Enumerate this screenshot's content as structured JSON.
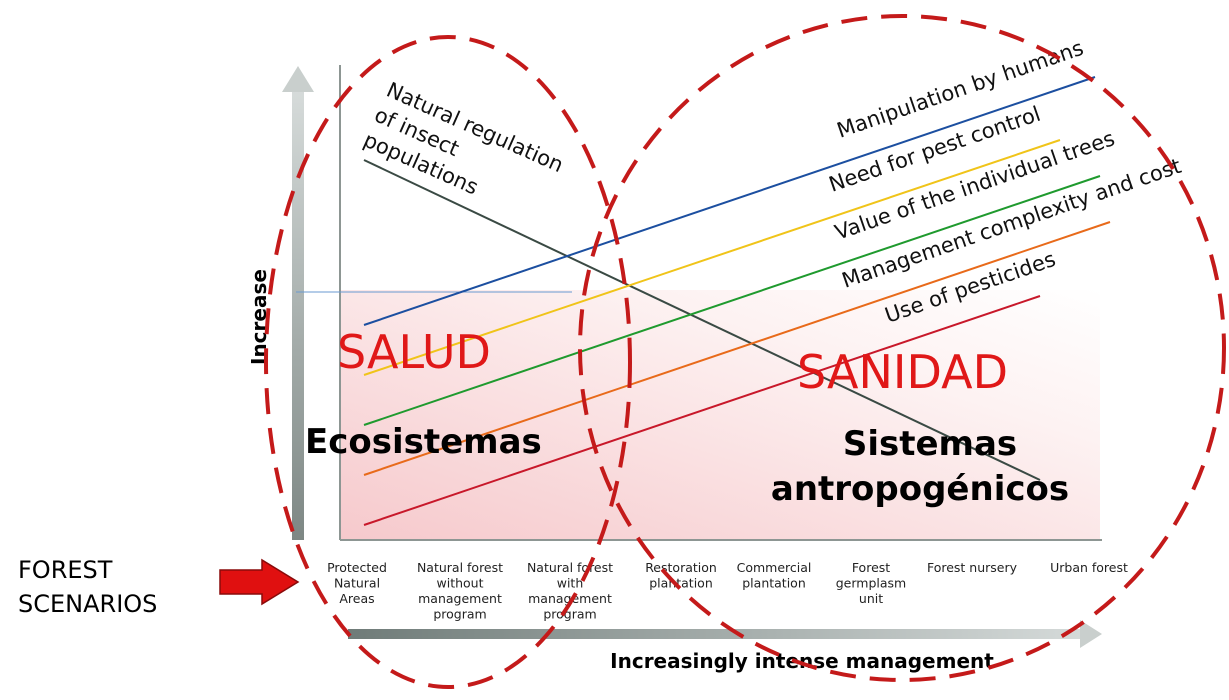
{
  "y_axis_label": "Increase",
  "x_axis_label": "Increasingly intense management",
  "side_label": [
    "FOREST",
    "SCENARIOS"
  ],
  "scenarios": [
    [
      "Protected",
      "Natural",
      "Areas"
    ],
    [
      "Natural forest",
      "without",
      "management",
      "program"
    ],
    [
      "Natural forest",
      "with",
      "management",
      "program"
    ],
    [
      "Restoration",
      "plantation"
    ],
    [
      "Commercial",
      "plantation"
    ],
    [
      "Forest",
      "germplasm",
      "unit"
    ],
    [
      "Forest nursery"
    ],
    [
      "Urban forest"
    ]
  ],
  "decreasing_line": {
    "label": [
      "Natural regulation",
      "of insect",
      "populations"
    ],
    "color": "#3a4a44"
  },
  "increasing_lines": [
    {
      "label": "Manipulation by humans",
      "color": "#1c4fa0"
    },
    {
      "label": "Need for pest control",
      "color": "#f0c419"
    },
    {
      "label": "Value of the individual trees",
      "color": "#1f9a2e"
    },
    {
      "label": "Management complexity and cost",
      "color": "#e86a1a"
    },
    {
      "label": "Use of pesticides",
      "color": "#c8182a"
    }
  ],
  "regions": {
    "left": {
      "title": "SALUD",
      "subtitle": "Ecosistemas"
    },
    "right": {
      "title": "SANIDAD",
      "subtitle": [
        "Sistemas",
        "antropogénicos"
      ]
    }
  },
  "colors": {
    "dash": "#c41a1a",
    "arrow": "#e01010",
    "axis": "#9aa3a0"
  }
}
